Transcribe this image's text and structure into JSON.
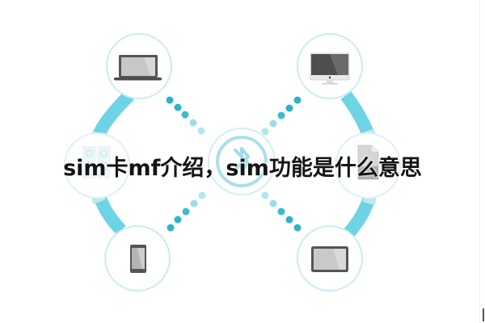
{
  "title": "sim卡mf介绍，sim功能是什么意思",
  "colors": {
    "accent": "#5fcfe3",
    "accent_light": "#b6e8f0",
    "dot_dark": "#2fb3c8",
    "dot_light": "#a9e0ea",
    "ring": "#cdebf0",
    "device_gray": "#5a5a5a",
    "screen_gray": "#c9c9c9",
    "text": "#141414"
  },
  "diagram": {
    "hub": {
      "label": "bluetooth",
      "icon": "bluetooth-icon"
    },
    "nodes": [
      {
        "label": "laptop",
        "icon": "laptop-icon",
        "position": "top-left"
      },
      {
        "label": "desktop monitor",
        "icon": "monitor-icon",
        "position": "top-right"
      },
      {
        "label": "speakers",
        "icon": "speakers-icon",
        "position": "left"
      },
      {
        "label": "document",
        "icon": "document-icon",
        "position": "right"
      },
      {
        "label": "smartphone",
        "icon": "phone-icon",
        "position": "bottom-left"
      },
      {
        "label": "tablet",
        "icon": "tablet-icon",
        "position": "bottom-right"
      }
    ]
  }
}
